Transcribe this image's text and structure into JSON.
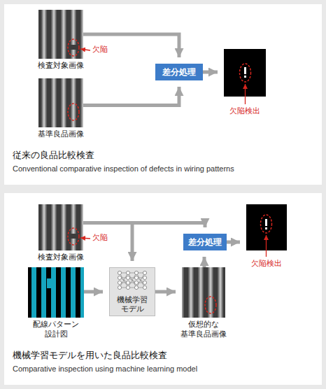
{
  "diagram": {
    "nodes": [
      {
        "text": [
          "検査対象画像"
        ]
      },
      {
        "text": [
          "基準良品画像"
        ]
      },
      {
        "text": [
          "差分処理"
        ]
      },
      {
        "text": [
          "欠陥検出"
        ]
      },
      {
        "text": [
          "検査対象画像"
        ]
      },
      {
        "text": [
          "配線パターン 設計図"
        ]
      },
      {
        "text": [
          "機械学習 モデル"
        ]
      },
      {
        "text": [
          "仮想的な 基準良品画像"
        ]
      },
      {
        "text": [
          "差分処理"
        ]
      },
      {
        "text": [
          "欠陥検出"
        ]
      }
    ],
    "edges": [
      {
        "from": 0,
        "to": 2,
        "arrow": "to"
      },
      {
        "from": 1,
        "to": 2,
        "arrow": "to"
      },
      {
        "from": 2,
        "to": 3,
        "arrow": "to"
      },
      {
        "from": 4,
        "to": 8,
        "arrow": "to"
      },
      {
        "from": 4,
        "to": 6,
        "arrow": "to"
      },
      {
        "from": 5,
        "to": 6,
        "arrow": "to"
      },
      {
        "from": 6,
        "to": 7,
        "arrow": "to"
      },
      {
        "from": 7,
        "to": 8,
        "arrow": "to"
      },
      {
        "from": 8,
        "to": 9,
        "arrow": "to"
      }
    ],
    "labels": [
      "欠陥",
      "従来の良品比較検査",
      "Conventional comparative inspection of defects in wiring patterns",
      "欠陥",
      "機械学習モデルを用いた良品比較検査",
      "Comparative inspection using machine learning model"
    ]
  }
}
